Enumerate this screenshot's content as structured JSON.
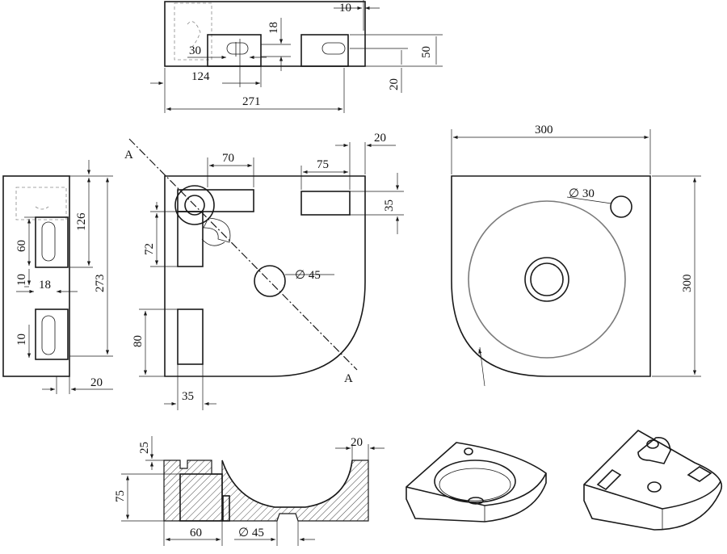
{
  "dimensions": {
    "top_view": {
      "d10": "10",
      "d18": "18",
      "d30": "30",
      "d50": "50",
      "d124": "124",
      "d20": "20",
      "d271": "271"
    },
    "side_view": {
      "d126": "126",
      "d273": "273",
      "d60": "60",
      "d10a": "10",
      "d18": "18",
      "d10b": "10",
      "d20": "20"
    },
    "plan_view": {
      "d20": "20",
      "d70": "70",
      "d75": "75",
      "d35": "35",
      "d72": "72",
      "d45": "∅ 45",
      "d80": "80",
      "d35b": "35",
      "section_mark_top": "A",
      "section_mark_bottom": "A"
    },
    "front_view": {
      "d300_w": "300",
      "d30": "∅ 30",
      "d300_h": "300"
    },
    "section_view": {
      "d25": "25",
      "d75": "75",
      "d20": "20",
      "d60": "60",
      "d45": "∅ 45"
    }
  }
}
